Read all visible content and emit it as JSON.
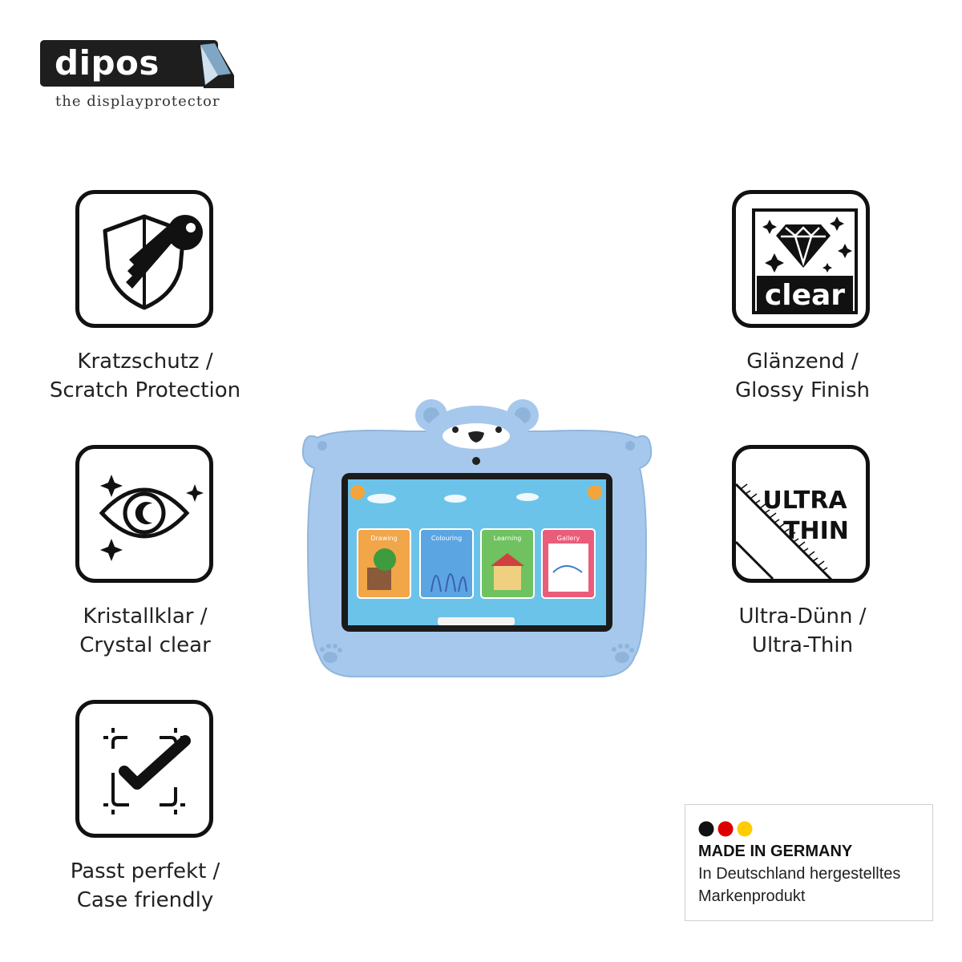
{
  "brand": {
    "name": "dipos",
    "tagline": "the displayprotector"
  },
  "features": {
    "scratch": {
      "icon": "shield-key-icon",
      "line1": "Kratzschutz /",
      "line2": "Scratch Protection"
    },
    "clear": {
      "icon": "eye-sparkle-icon",
      "line1": "Kristallklar /",
      "line2": "Crystal clear"
    },
    "fit": {
      "icon": "checkmark-frame-icon",
      "line1": "Passt perfekt /",
      "line2": "Case friendly"
    },
    "glossy": {
      "icon": "diamond-clear-icon",
      "icon_text": "clear",
      "line1": "Glänzend /",
      "line2": "Glossy Finish"
    },
    "thin": {
      "icon": "ruler-ultra-thin-icon",
      "icon_text_1": "ULTRA",
      "icon_text_2": "THIN",
      "line1": "Ultra-Dünn /",
      "line2": "Ultra-Thin"
    }
  },
  "tablet_screen": {
    "cards": [
      "Drawing",
      "Colouring",
      "Learning",
      "Gallery"
    ],
    "case_color": "#a6c8ec"
  },
  "made_in_germany": {
    "title": "MADE IN GERMANY",
    "line1": "In Deutschland hergestelltes",
    "line2": "Markenprodukt",
    "flag_colors": [
      "#111111",
      "#dd0000",
      "#ffcc00"
    ]
  }
}
